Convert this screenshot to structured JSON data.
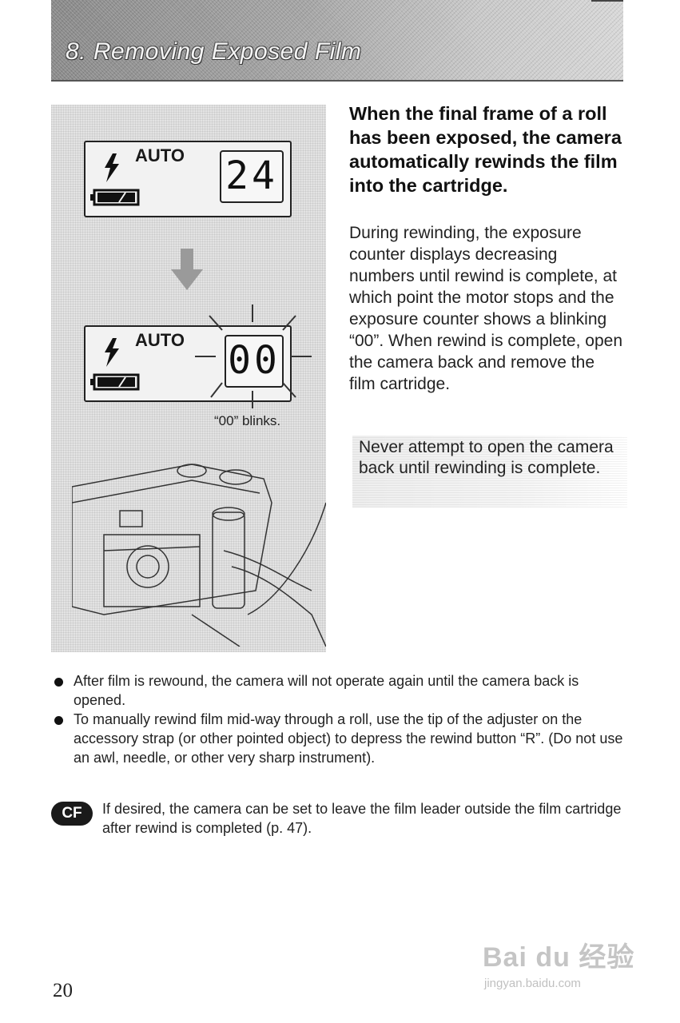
{
  "header": {
    "section_title": "8. Removing Exposed Film"
  },
  "figure": {
    "display_top": {
      "mode": "AUTO",
      "counter": "24"
    },
    "display_bottom": {
      "mode": "AUTO",
      "counter": "00"
    },
    "blink_caption": "“00” blinks.",
    "icons": [
      "flash-icon",
      "battery-icon",
      "down-arrow-icon",
      "camera-illustration"
    ]
  },
  "content": {
    "lead": "When the final frame of a roll has been exposed, the camera automatically rewinds the film into the cartridge.",
    "body": "During rewinding, the exposure counter displays decreasing numbers until rewind is complete, at which point the motor stops and the exposure counter shows a blinking “00”. When rewind is complete, open the camera back and remove the film cartridge.",
    "caution": "Never attempt to open the camera back until rewinding is complete."
  },
  "notes": [
    "After film is rewound, the camera will not operate again until the camera back is opened.",
    "To manually rewind film mid-way through a roll, use the tip of the adjuster on the accessory strap (or other pointed object) to depress the rewind button “R”. (Do not use an awl, needle, or other very sharp instrument)."
  ],
  "cf_note": {
    "badge": "CF",
    "text": "If desired, the camera can be set to leave the film leader outside the film cartridge after rewind is completed (p. 47)."
  },
  "page_number": "20",
  "watermark": {
    "logo": "Bai du 经验",
    "url": "jingyan.baidu.com"
  }
}
